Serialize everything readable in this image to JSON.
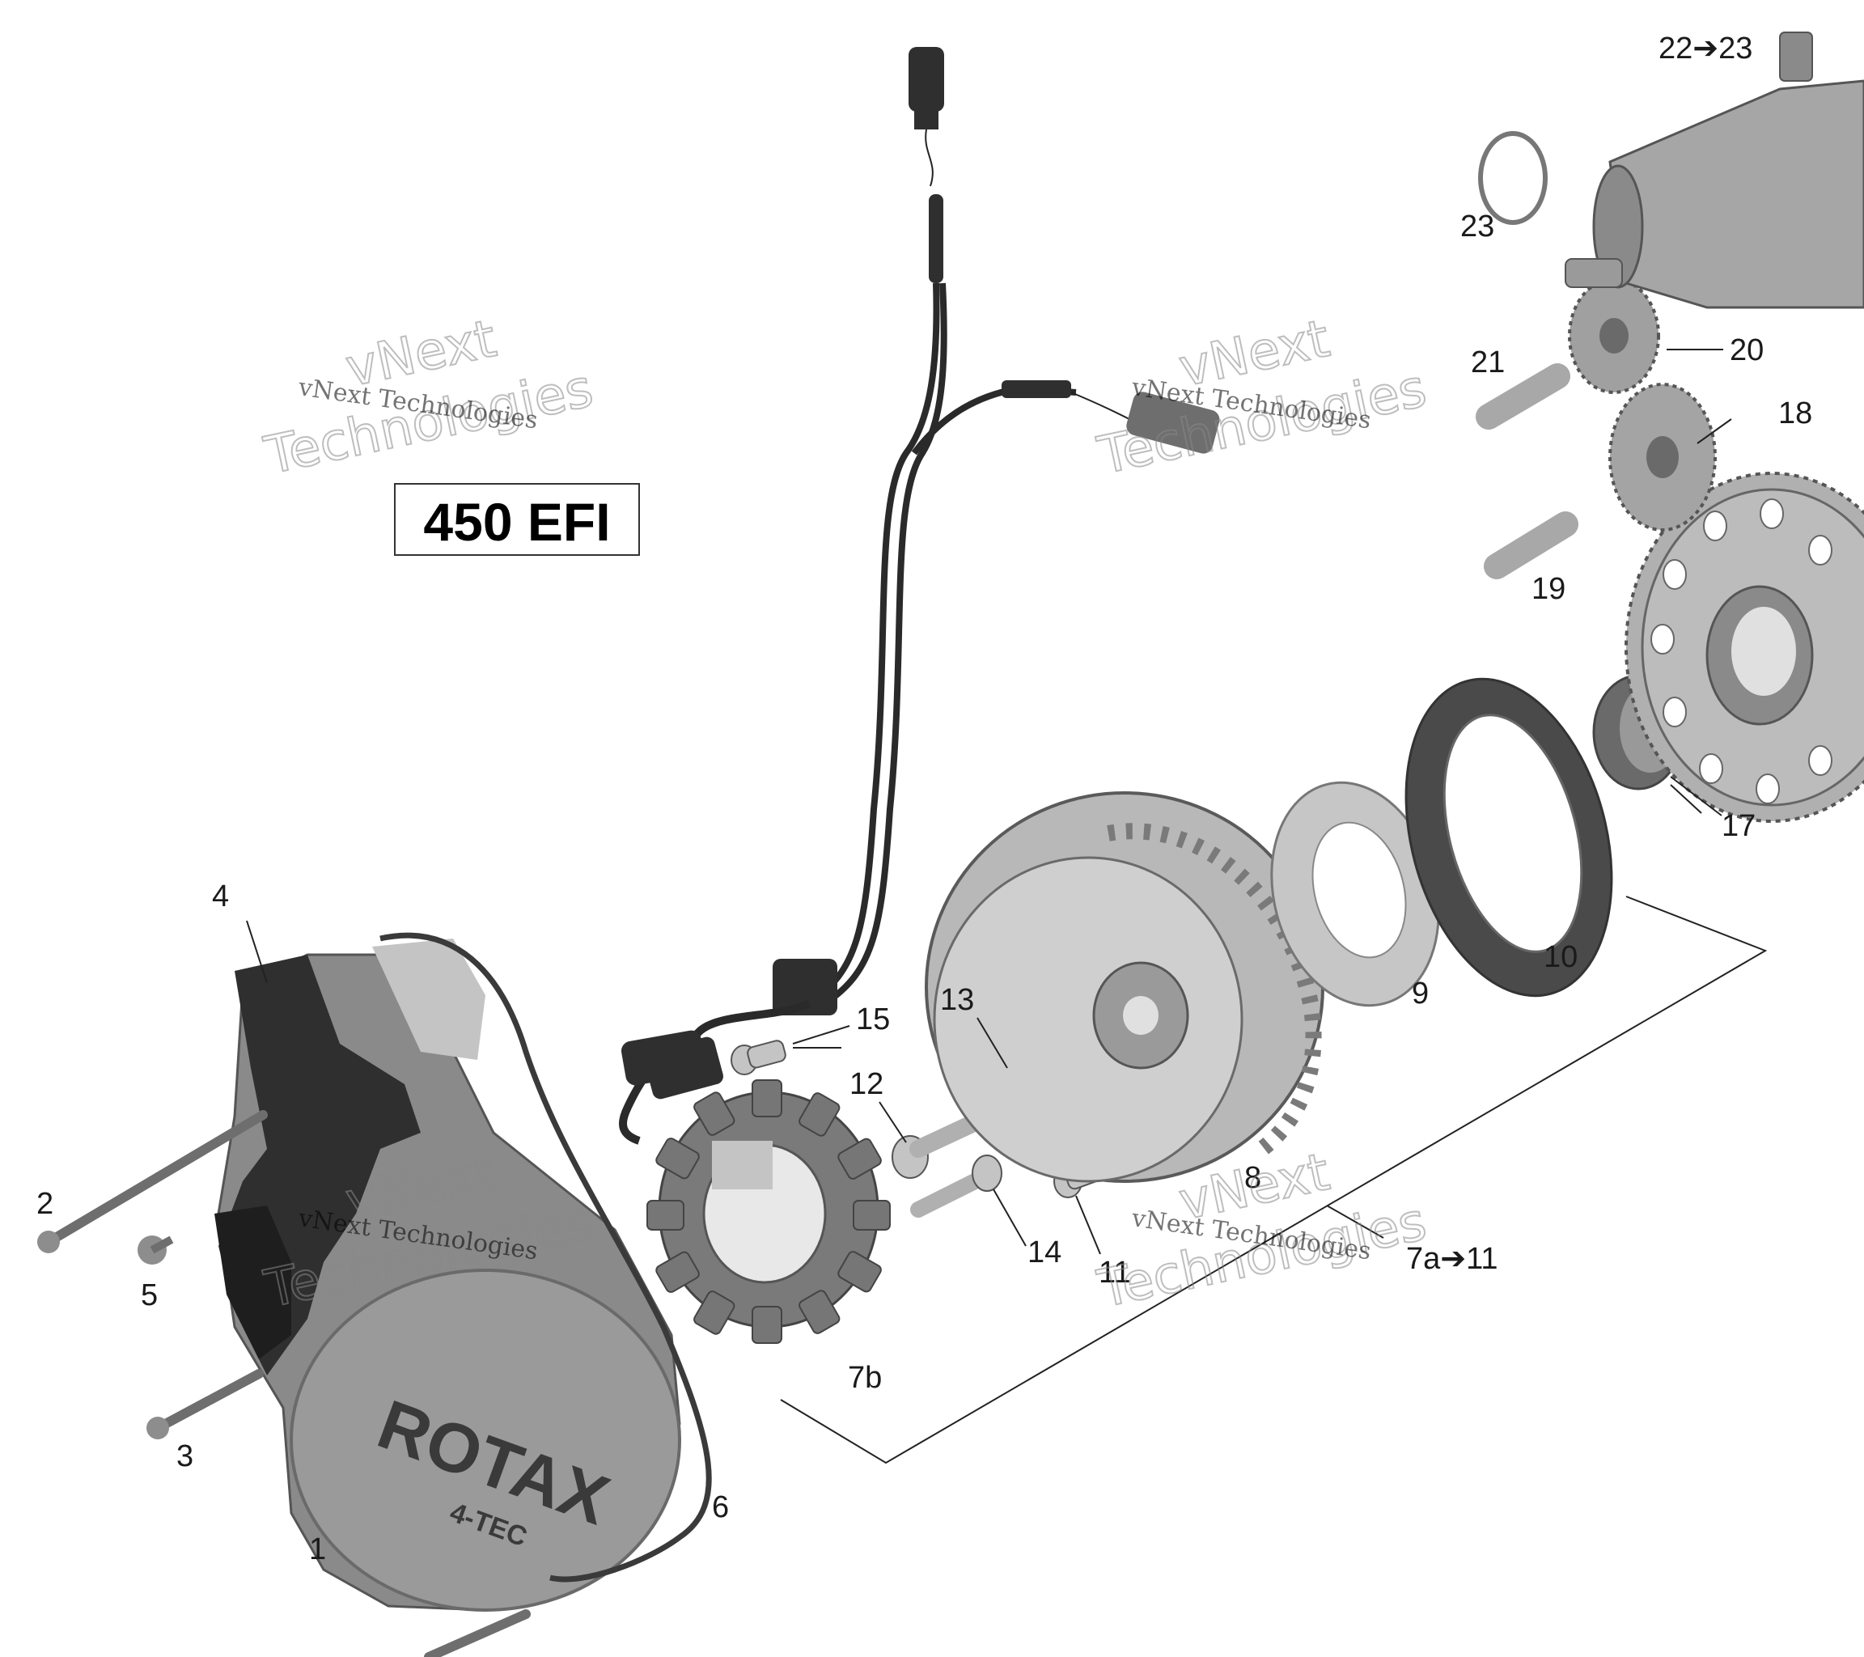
{
  "model_box": {
    "label": "450 EFI"
  },
  "callouts": [
    {
      "id": "c1",
      "text": "1"
    },
    {
      "id": "c2",
      "text": "2"
    },
    {
      "id": "c3",
      "text": "3"
    },
    {
      "id": "c4",
      "text": "4"
    },
    {
      "id": "c5",
      "text": "5"
    },
    {
      "id": "c6",
      "text": "6"
    },
    {
      "id": "c7a",
      "text": "7a➔11"
    },
    {
      "id": "c7b",
      "text": "7b"
    },
    {
      "id": "c8",
      "text": "8"
    },
    {
      "id": "c9",
      "text": "9"
    },
    {
      "id": "c10",
      "text": "10"
    },
    {
      "id": "c11a",
      "text": "11"
    },
    {
      "id": "c12",
      "text": "12"
    },
    {
      "id": "c13",
      "text": "13"
    },
    {
      "id": "c14",
      "text": "14"
    },
    {
      "id": "c15",
      "text": "15"
    },
    {
      "id": "c17",
      "text": "17"
    },
    {
      "id": "c18",
      "text": "18"
    },
    {
      "id": "c19",
      "text": "19"
    },
    {
      "id": "c20",
      "text": "20"
    },
    {
      "id": "c21",
      "text": "21"
    },
    {
      "id": "c22",
      "text": "22➔23"
    },
    {
      "id": "c23",
      "text": "23"
    }
  ],
  "cover_logo": {
    "brand": "ROTAX",
    "sub": "4-TEC"
  },
  "watermark": {
    "line1": "vNext",
    "line2": "Technologies",
    "small": "vNext Technologies"
  }
}
